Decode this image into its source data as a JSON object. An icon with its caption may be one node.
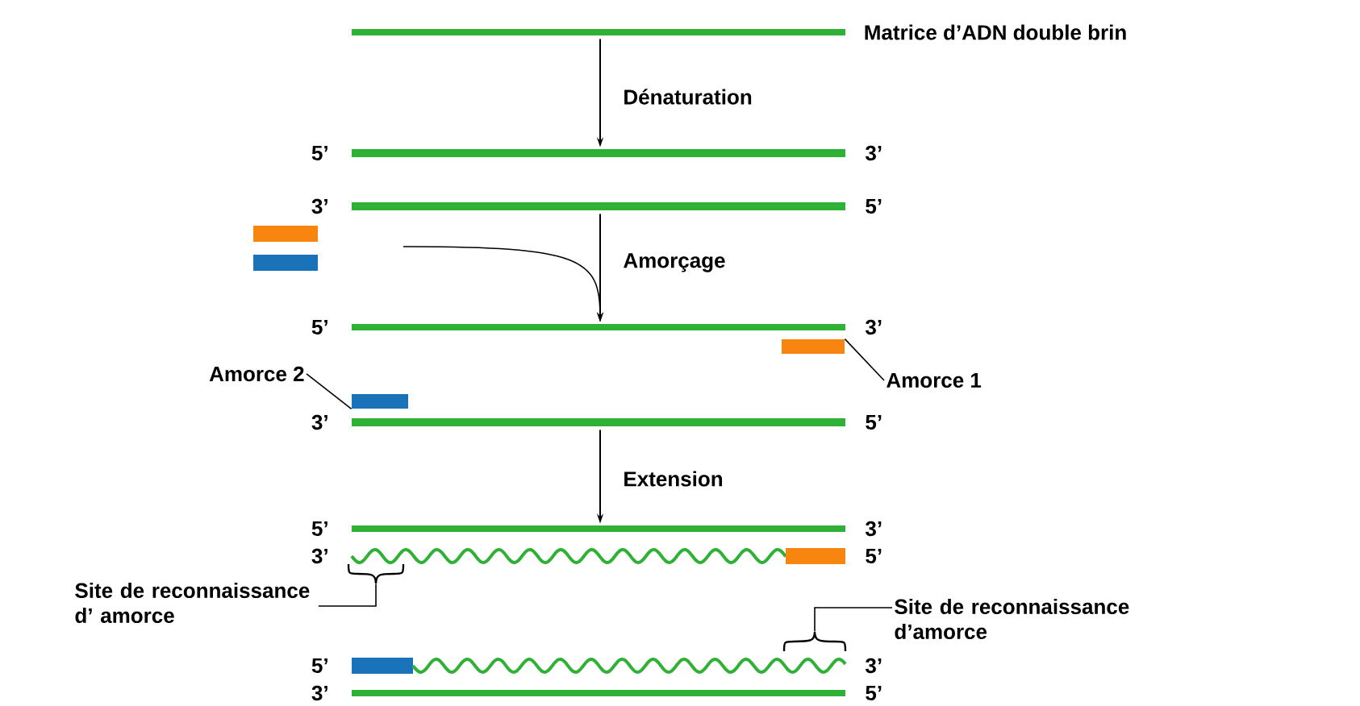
{
  "diagram": {
    "nodes": [
      {
        "text": [],
        "shape": "bar",
        "beside": [
          "Matrice d’ADN double brin"
        ]
      },
      {
        "text": [],
        "shape": "bar"
      },
      {
        "text": [],
        "shape": "bar"
      },
      {
        "text": [],
        "shape": "bar"
      },
      {
        "text": [],
        "shape": "bar"
      },
      {
        "text": [],
        "shape": "bar"
      },
      {
        "text": [],
        "shape": "bar"
      },
      {
        "text": [],
        "shape": "bar"
      },
      {
        "text": [],
        "shape": "bar"
      },
      {
        "text": [
          "Amorce 1"
        ]
      },
      {
        "text": [
          "Amorce 2"
        ]
      },
      {
        "text": [],
        "shape": "bar"
      },
      {
        "text": [],
        "shape": "wave"
      },
      {
        "text": [],
        "shape": "bar"
      },
      {
        "text": [
          "Site de reconnaissance d’ amorce"
        ]
      },
      {
        "text": [],
        "shape": "bracket"
      },
      {
        "text": [],
        "shape": "bar"
      },
      {
        "text": [],
        "shape": "wave"
      },
      {
        "text": [],
        "shape": "bar"
      },
      {
        "text": [
          "Site de reconnaissance d’amorce"
        ]
      },
      {
        "text": [],
        "shape": "bracket"
      }
    ],
    "edges": [
      {
        "from": 0,
        "to": 1,
        "arrow": "to",
        "label": "Dénaturation"
      },
      {
        "from": 2,
        "to": 5,
        "arrow": "to",
        "label": "Amorçage"
      },
      {
        "from": null,
        "to": 5,
        "arrow": "to"
      },
      {
        "from": 8,
        "to": 11,
        "arrow": "to",
        "label": "Extension"
      },
      {
        "from": 9,
        "to": 6,
        "arrow": "none"
      },
      {
        "from": 10,
        "to": 7,
        "arrow": "none"
      },
      {
        "from": 14,
        "to": 15,
        "arrow": "none"
      },
      {
        "from": 19,
        "to": 20,
        "arrow": "none"
      }
    ],
    "labels": [
      "5’",
      "3’",
      "3’",
      "5’",
      "5’",
      "3’",
      "3’",
      "5’",
      "5’",
      "3’",
      "3’",
      "5’",
      "5’",
      "3’",
      "3’",
      "5’"
    ]
  }
}
